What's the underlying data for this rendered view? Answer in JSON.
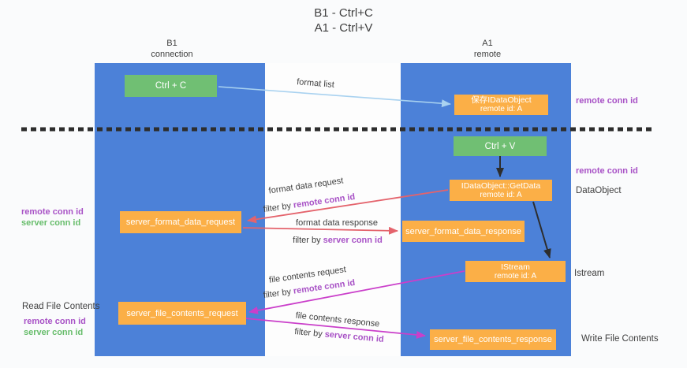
{
  "title": {
    "line1": "B1 - Ctrl+C",
    "line2": "A1 - Ctrl+V"
  },
  "lanes": {
    "left": {
      "title": "B1",
      "subtitle": "connection"
    },
    "right": {
      "title": "A1",
      "subtitle": "remote"
    }
  },
  "boxes": {
    "ctrl_c": {
      "label": "Ctrl + C"
    },
    "ctrl_v": {
      "label": "Ctrl + V"
    },
    "save_dataobject": {
      "line1": "保存IDataObject",
      "line2": "remote id: A"
    },
    "getdata": {
      "line1": "IDataObject::GetData",
      "line2": "remote id: A"
    },
    "istream": {
      "line1": "IStream",
      "line2": "remote id: A"
    },
    "server_format_data_request": {
      "label": "server_format_data_request"
    },
    "server_format_data_response": {
      "label": "server_format_data_response"
    },
    "server_file_contents_request": {
      "label": "server_file_contents_request"
    },
    "server_file_contents_response": {
      "label": "server_file_contents_response"
    }
  },
  "flow_labels": {
    "format_list": "format list",
    "format_data_request": "format data request",
    "format_data_request_filter_prefix": "filter by",
    "format_data_request_filter_key": "remote conn id",
    "format_data_response": "format data response",
    "format_data_response_filter_prefix": "filter by",
    "format_data_response_filter_key": "server conn id",
    "file_contents_request": "file contents request",
    "file_contents_request_filter_prefix": "filter by",
    "file_contents_request_filter_key": "remote conn id",
    "file_contents_response": "file contents response",
    "file_contents_response_filter_prefix": "filter by",
    "file_contents_response_filter_key": "server conn id"
  },
  "side_labels": {
    "right_remote_conn_id_top": "remote conn id",
    "right_remote_conn_id_mid": "remote conn id",
    "dataobject": "DataObject",
    "istream": "Istream",
    "write_file_contents": "Write File Contents",
    "left_remote_conn_id_mid": "remote conn id",
    "left_server_conn_id_mid": "server conn id",
    "read_file_contents": "Read File Contents",
    "left_remote_conn_id_bottom": "remote conn id",
    "left_server_conn_id_bottom": "server conn id"
  },
  "colors": {
    "lane_blue": "#4c81d8",
    "box_orange": "#fbaf47",
    "box_green": "#70bf73",
    "arrow_red": "#e4636c",
    "arrow_magenta": "#ca3fca",
    "arrow_lightblue": "#a9d2f0",
    "arrow_black": "#2d2d2d",
    "text_purple": "#a852c6",
    "text_green": "#67bd6b",
    "text_dark": "#3f3f3f"
  }
}
